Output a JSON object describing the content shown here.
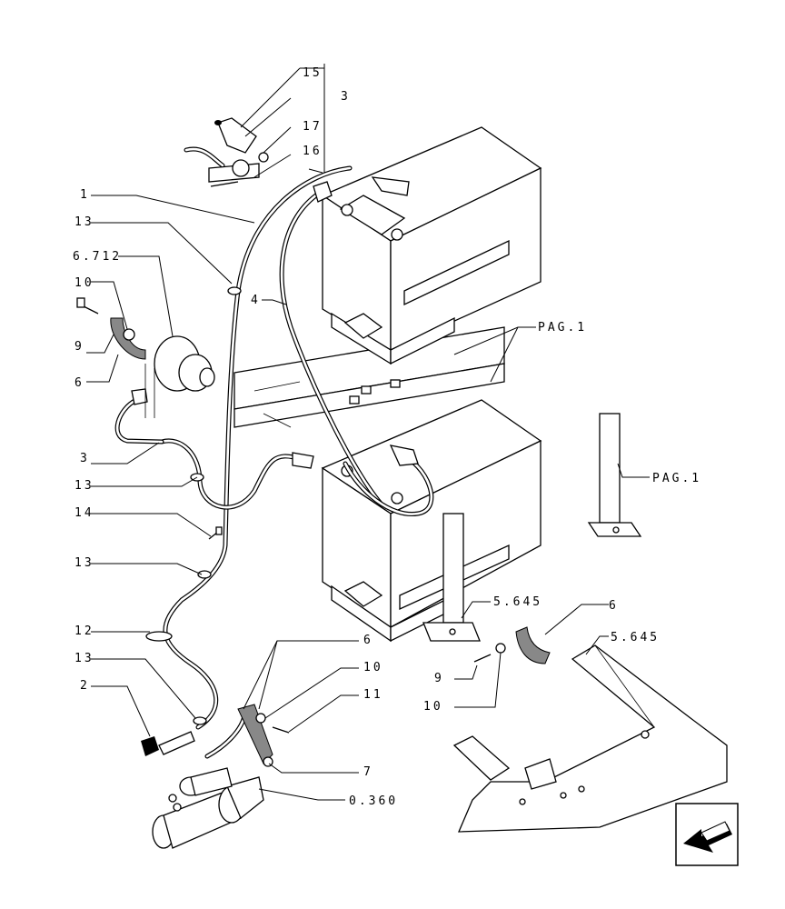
{
  "callouts": {
    "c15": "15",
    "c3_top": "3",
    "c17": "17",
    "c16": "16",
    "c1": "1",
    "c13_a": "13",
    "c6712": "6.712",
    "c10_left": "10",
    "c9_left": "9",
    "c6_left": "6",
    "c4": "4",
    "c3_mid": "3",
    "c13_b": "13",
    "c14": "14",
    "c13_c": "13",
    "c12": "12",
    "c13_d": "13",
    "c2": "2",
    "c6_bottom": "6",
    "c10_bottom": "10",
    "c11": "11",
    "c7": "7",
    "c0360": "0.360",
    "pag1_top": "PAG.1",
    "pag1_right": "PAG.1",
    "c5645_a": "5.645",
    "c5645_b": "5.645",
    "c6_right": "6",
    "c9_right": "9",
    "c10_right": "10"
  },
  "nav": {
    "icon": "previous-page-arrow-icon"
  }
}
